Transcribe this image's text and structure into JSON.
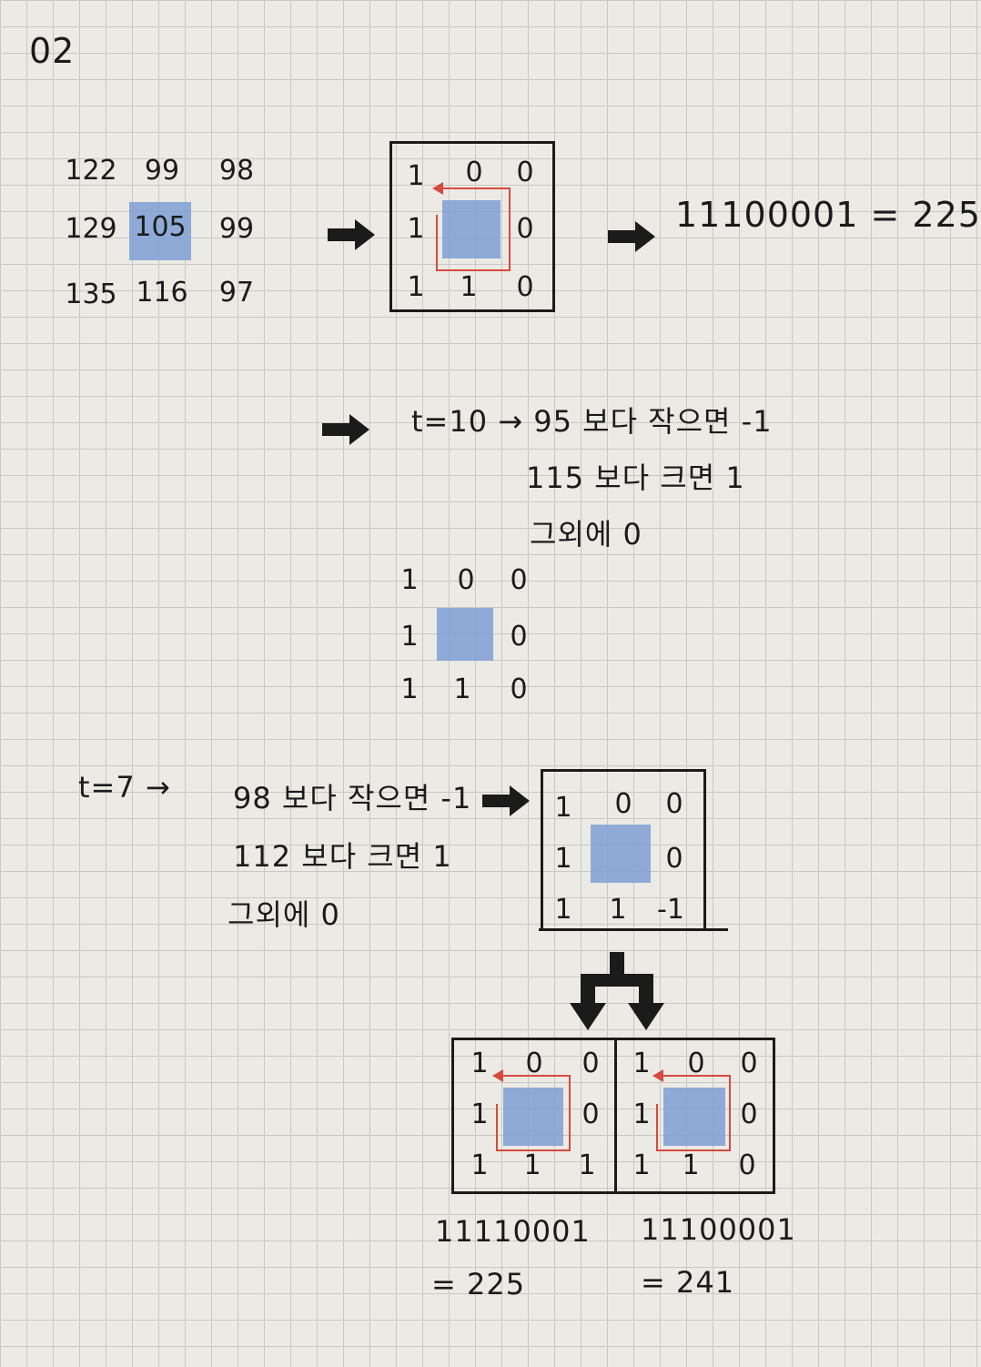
{
  "heading": "02",
  "input": {
    "rows": [
      [
        "122",
        "99",
        "98"
      ],
      [
        "129",
        "105",
        "99"
      ],
      [
        "135",
        "116",
        "97"
      ]
    ]
  },
  "lbp": {
    "rows": [
      [
        "1",
        "0",
        "0"
      ],
      [
        "1",
        "",
        "0"
      ],
      [
        "1",
        "1",
        "0"
      ]
    ],
    "equation": "11100001 = 225"
  },
  "ltp_t10": {
    "line1": "t=10 → 95 보다 작으면 -1",
    "line2": "115 보다 크면 1",
    "line3": "그외에 0",
    "rows": [
      [
        "1",
        "0",
        "0"
      ],
      [
        "1",
        "",
        "0"
      ],
      [
        "1",
        "1",
        "0"
      ]
    ]
  },
  "ltp_t7": {
    "label": "t=7 →",
    "line1": "98 보다 작으면 -1",
    "line2": "112 보다 크면 1",
    "line3": "그외에 0",
    "rows": [
      [
        "1",
        "0",
        "0"
      ],
      [
        "1",
        "",
        "0"
      ],
      [
        "1",
        "1",
        "-1"
      ]
    ]
  },
  "split": {
    "left_rows": [
      [
        "1",
        "0",
        "0"
      ],
      [
        "1",
        "",
        "0"
      ],
      [
        "1",
        "1",
        "1"
      ]
    ],
    "right_rows": [
      [
        "1",
        "0",
        "0"
      ],
      [
        "1",
        "",
        "0"
      ],
      [
        "1",
        "1",
        "0"
      ]
    ],
    "left_code": "11110001",
    "left_value": "= 225",
    "right_code": "11100001",
    "right_value": "= 241"
  },
  "colors": {
    "center_highlight": "#7f9fd4",
    "arrow_line": "#d74a3e",
    "ink": "#1b1b1b"
  }
}
